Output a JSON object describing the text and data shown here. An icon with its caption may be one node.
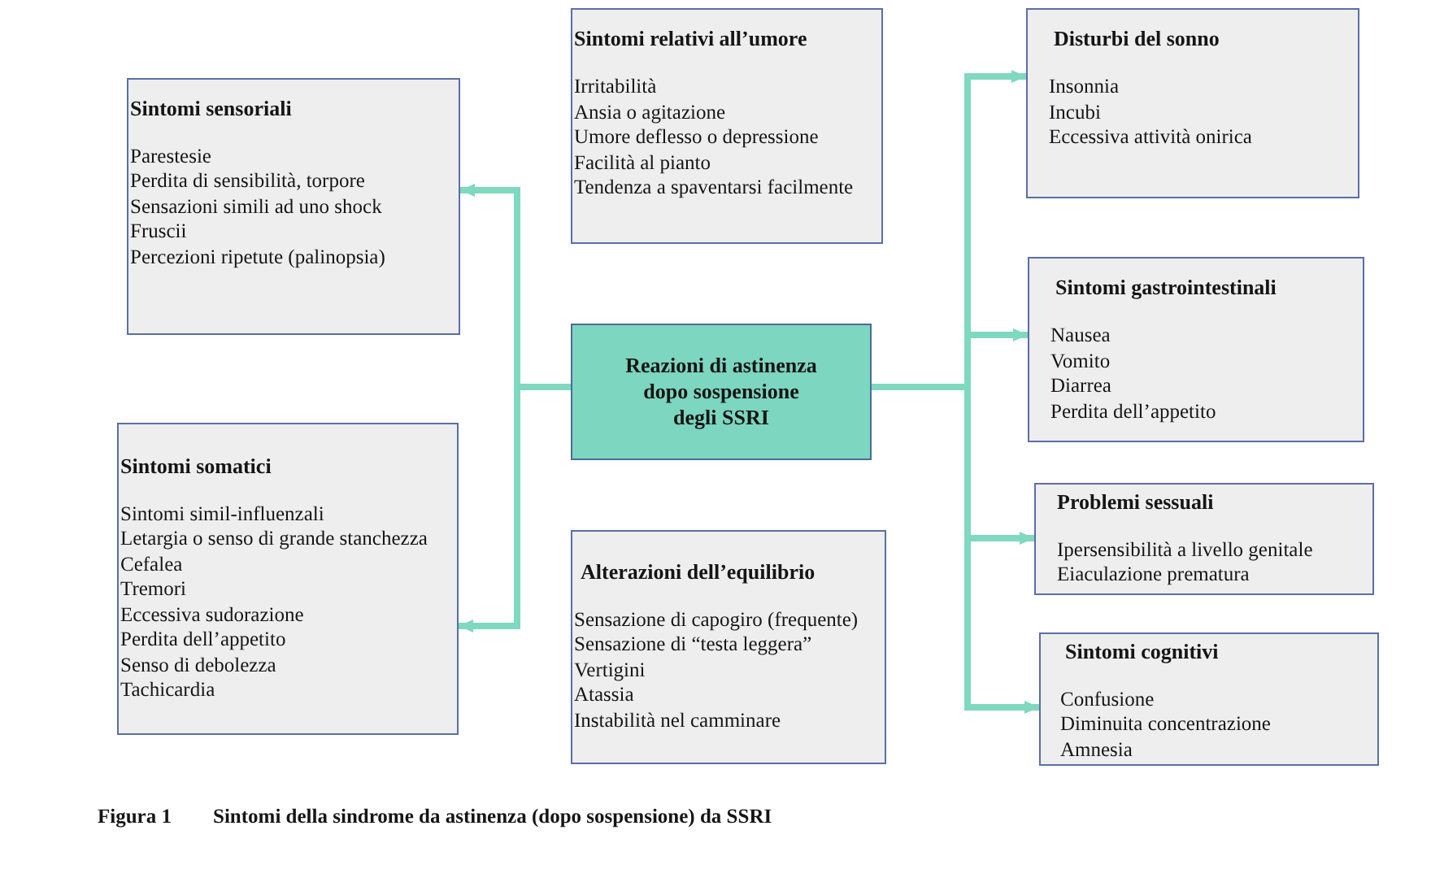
{
  "diagram": {
    "caption": "Sintomi della sindrome da astinenza (dopo sospensione) da SSRI",
    "nodes": [
      {
        "text": [
          "Sintomi sensoriali",
          "Parestesie",
          "Perdita di sensibilità, torpore",
          "Sensazioni simili ad uno shock",
          "Fruscii",
          "Percezioni ripetute (palinopsia)"
        ]
      },
      {
        "text": [
          "Sintomi relativi all’umore",
          "Irritabilità",
          "Ansia o agitazione",
          "Umore deflesso o depressione",
          "Facilità al pianto",
          "Tendenza a spaventarsi facilmente"
        ]
      },
      {
        "text": [
          "Disturbi del sonno",
          "Insonnia",
          "Incubi",
          "Eccessiva attività onirica"
        ]
      },
      {
        "text": [
          "Reazioni di astinenza dopo sospensione degli SSRI"
        ]
      },
      {
        "text": [
          "Sintomi gastrointestinali",
          "Nausea",
          "Vomito",
          "Diarrea",
          "Perdita dell’appetito"
        ]
      },
      {
        "text": [
          "Sintomi somatici",
          "Sintomi simil-influenzali",
          "Letargia o senso di grande stanchezza",
          "Cefalea",
          "Tremori",
          "Eccessiva sudorazione",
          "Perdita dell’appetito",
          "Senso di debolezza",
          "Tachicardia"
        ]
      },
      {
        "text": [
          "Alterazioni dell’equilibrio",
          "Sensazione di capogiro (frequente)",
          "Sensazione di “testa leggera”",
          "Vertigini",
          "Atassia",
          "Instabilità nel camminare"
        ]
      },
      {
        "text": [
          "Problemi sessuali",
          "Ipersensibilità a livello genitale",
          "Eiaculazione prematura"
        ]
      },
      {
        "text": [
          "Sintomi cognitivi",
          "Confusione",
          "Diminuita concentrazione",
          "Amnesia"
        ]
      }
    ],
    "edges": [
      {
        "from": 3,
        "to": 0,
        "arrow": "to"
      },
      {
        "from": 3,
        "to": 5,
        "arrow": "to"
      },
      {
        "from": 3,
        "to": 2,
        "arrow": "to"
      },
      {
        "from": 3,
        "to": 4,
        "arrow": "to"
      },
      {
        "from": 3,
        "to": 7,
        "arrow": "to"
      },
      {
        "from": 3,
        "to": 8,
        "arrow": "to"
      }
    ],
    "labels": [
      "Figura 1"
    ]
  }
}
